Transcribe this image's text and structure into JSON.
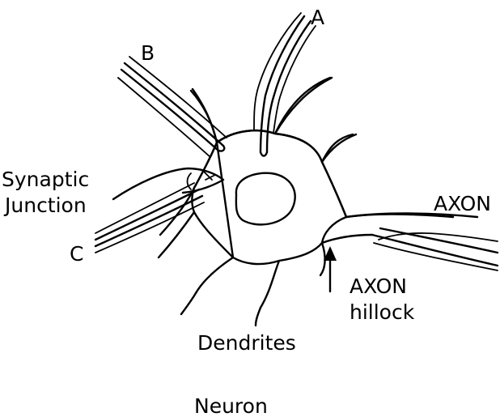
{
  "diagram": {
    "labels": {
      "a": "A",
      "b": "B",
      "c": "C",
      "synaptic_line1": "Synaptic",
      "synaptic_line2": "Junction",
      "axon": "AXON",
      "hillock_line1": "AXON",
      "hillock_line2": "hillock",
      "dendrites": "Dendrites",
      "caption": "Neuron"
    },
    "colors": {
      "ink": "#000000",
      "paper": "#ffffff"
    }
  }
}
